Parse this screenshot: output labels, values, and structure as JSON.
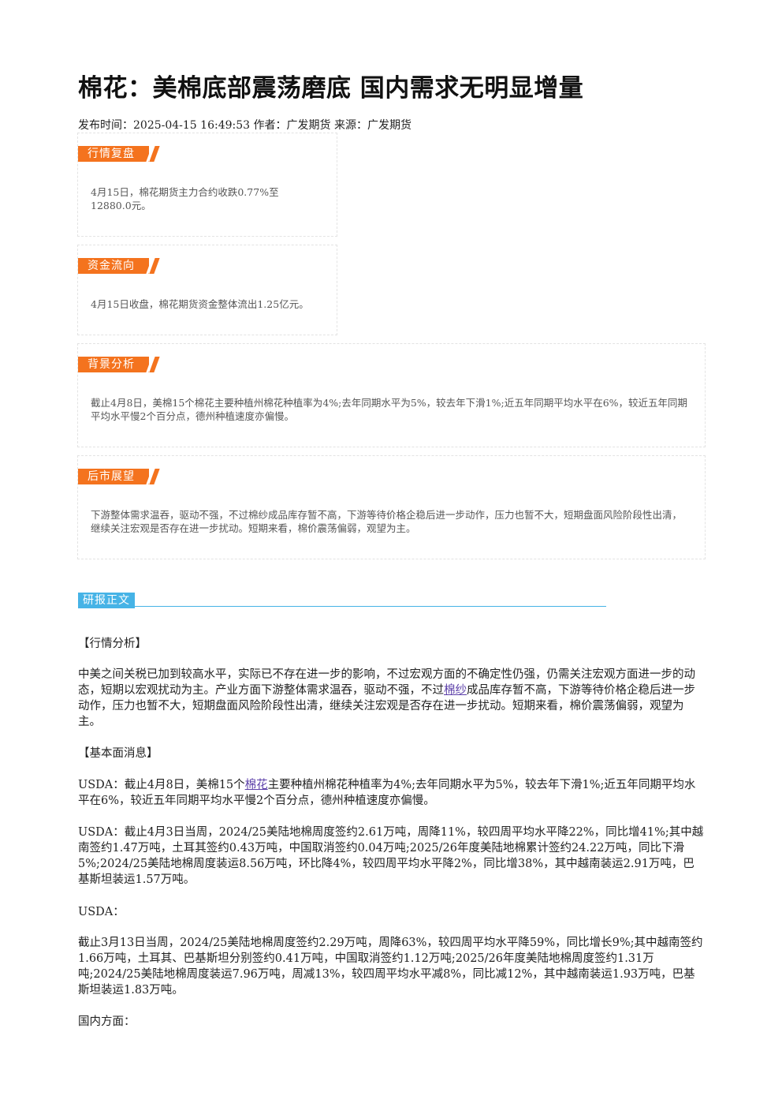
{
  "title": "棉花：美棉底部震荡磨底 国内需求无明显增量",
  "meta": "发布时间：2025-04-15 16:49:53 作者：广发期货 来源：广发期货",
  "sections": {
    "market_review": {
      "label": "行情复盘",
      "text": "4月15日，棉花期货主力合约收跌0.77%至12880.0元。"
    },
    "capital_flow": {
      "label": "资金流向",
      "text": "4月15日收盘，棉花期货资金整体流出1.25亿元。"
    },
    "background": {
      "label": "背景分析",
      "text": "截止4月8日，美棉15个棉花主要种植州棉花种植率为4%;去年同期水平为5%，较去年下滑1%;近五年同期平均水平在6%，较近五年同期平均水平慢2个百分点，德州种植速度亦偏慢。"
    },
    "outlook": {
      "label": "后市展望",
      "text": "下游整体需求温吞，驱动不强，不过棉纱成品库存暂不高，下游等待价格企稳后进一步动作，压力也暂不大，短期盘面风险阶段性出清，继续关注宏观是否存在进一步扰动。短期来看，棉价震荡偏弱，观望为主。"
    }
  },
  "report": {
    "label": "研报正文",
    "h_market": "【行情分析】",
    "p1_a": "中美之间关税已加到较高水平，实际已不存在进一步的影响，不过宏观方面的不确定性仍强，仍需关注宏观方面进一步的动态，短期以宏观扰动为主。产业方面下游整体需求温吞，驱动不强，不过",
    "p1_link": "棉纱",
    "p1_b": "成品库存暂不高，下游等待价格企稳后进一步动作，压力也暂不大，短期盘面风险阶段性出清，继续关注宏观是否存在进一步扰动。短期来看，棉价震荡偏弱，观望为主。",
    "h_fundamental": "【基本面消息】",
    "p2_a": "USDA：截止4月8日，美棉15个",
    "p2_link": "棉花",
    "p2_b": "主要种植州棉花种植率为4%;去年同期水平为5%，较去年下滑1%;近五年同期平均水平在6%，较近五年同期平均水平慢2个百分点，德州种植速度亦偏慢。",
    "p3": "USDA：截止4月3日当周，2024/25美陆地棉周度签约2.61万吨，周降11%，较四周平均水平降22%，同比增41%;其中越南签约1.47万吨，土耳其签约0.43万吨，中国取消签约0.04万吨;2025/26年度美陆地棉累计签约24.22万吨，同比下滑5%;2024/25美陆地棉周度装运8.56万吨，环比降4%，较四周平均水平降2%，同比增38%，其中越南装运2.91万吨，巴基斯坦装运1.57万吨。",
    "p4": "USDA：",
    "p5": "截止3月13日当周，2024/25美陆地棉周度签约2.29万吨，周降63%，较四周平均水平降59%，同比增长9%;其中越南签约1.66万吨，土耳其、巴基斯坦分别签约0.41万吨，中国取消签约1.12万吨;2025/26年度美陆地棉周度签约1.31万吨;2024/25美陆地棉周度装运7.96万吨，周减13%，较四周平均水平减8%，同比减12%，其中越南装运1.93万吨，巴基斯坦装运1.83万吨。",
    "p6": "国内方面："
  }
}
